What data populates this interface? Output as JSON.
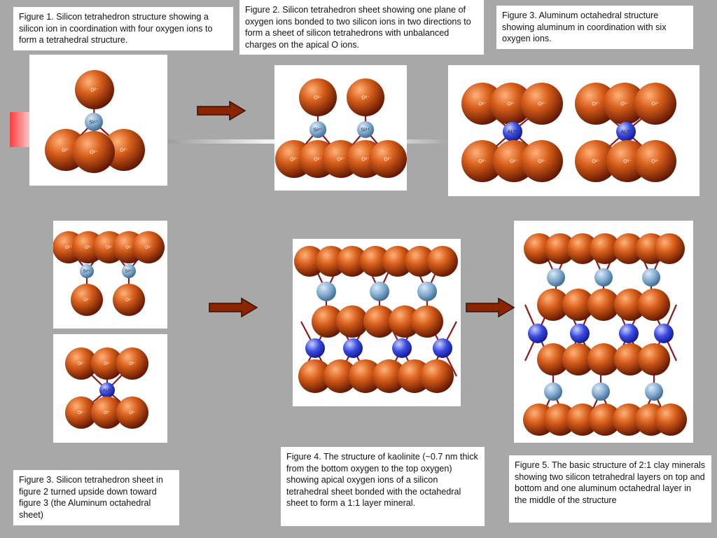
{
  "captions": {
    "fig1": "Figure 1. Silicon tetrahedron structure showing a silicon ion in coordination with four oxygen ions to form a tetrahedral structure.",
    "fig2": "Figure 2. Silicon tetrahedron sheet showing one plane of oxygen ions bonded to two silicon ions in two directions to form a sheet of silicon tetrahedrons with unbalanced charges on the apical O ions.",
    "fig3": "Figure 3. Aluminum octahedral structure showing aluminum in coordination with six oxygen ions.",
    "fig3b": "Figure 3. Silicon tetrahedron sheet in figure 2 turned upside down toward figure 3 (the Aluminum octahedral sheet)",
    "fig4": "Figure 4. The structure of kaolinite (~0.7 nm thick from the bottom oxygen to the top oxygen) showing apical oxygen ions of a silicon tetrahedral sheet bonded with the octahedral sheet to form a 1:1 layer mineral.",
    "fig5": "Figure 5. The basic structure of 2:1 clay minerals showing two silicon tetrahedral layers on top and bottom and one aluminum octahedral layer in the middle of the structure"
  },
  "ion_labels": {
    "oxygen": "O²⁻",
    "silicon": "Si⁴⁺",
    "aluminum": "AL³⁺",
    "silicon_flipped": "Si⁴⁺"
  },
  "colors": {
    "background": "#a8a8a8",
    "oxygen": "#b5400f",
    "silicon": "#7aa6cc",
    "aluminum": "#2e3fd6",
    "bond": "#8b1a1a",
    "arrow": "#8b2500"
  },
  "icons": [
    "right-arrow-icon",
    "right-arrow-icon",
    "right-arrow-icon"
  ]
}
